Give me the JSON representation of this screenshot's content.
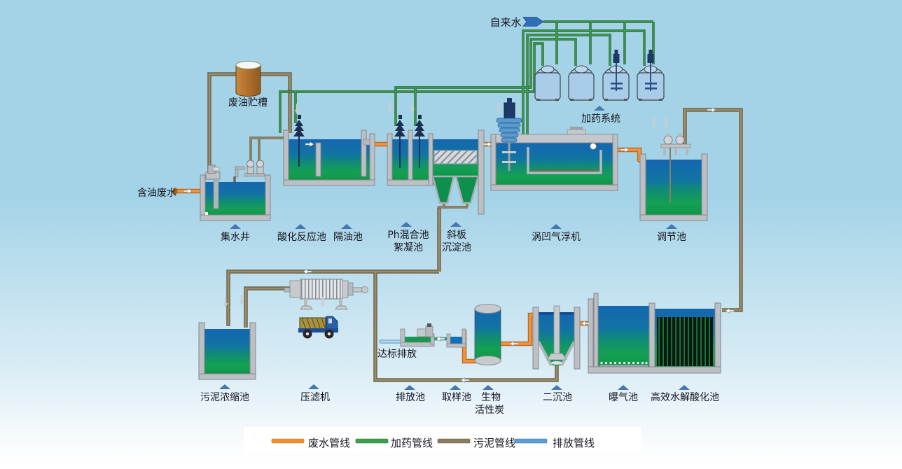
{
  "labels": {
    "tap_water": "自来水",
    "waste_oil_tank": "废油贮槽",
    "oily_wastewater": "含油废水",
    "collection_well": "集水井",
    "acidification_tank": "酸化反应池",
    "oil_separation_tank": "隔油池",
    "ph_mixing_tank_line1": "Ph混合池",
    "ph_mixing_tank_line2": "絮凝池",
    "inclined_plate_line1": "斜板",
    "inclined_plate_line2": "沉淀池",
    "air_flotation_machine": "涡凹气浮机",
    "dosing_system": "加药系统",
    "regulation_tank": "调节池",
    "sludge_thickening_tank": "污泥浓缩池",
    "filter_press": "压滤机",
    "standard_discharge": "达标排放",
    "discharge_tank": "排放池",
    "sampling_tank": "取样池",
    "bio_activated_carbon_line1": "生物",
    "bio_activated_carbon_line2": "活性炭",
    "secondary_sedimentation_tank": "二沉池",
    "aeration_tank": "曝气池",
    "hydrolysis_acidification_tank": "高效水解酸化池"
  },
  "legend": {
    "items": [
      {
        "label": "废水管线",
        "color": "#ef8f35"
      },
      {
        "label": "加药管线",
        "color": "#3f9e4c"
      },
      {
        "label": "污泥管线",
        "color": "#8b7d60"
      },
      {
        "label": "排放管线",
        "color": "#5b9fd4"
      }
    ]
  },
  "colors": {
    "background_top": "#a4d3e7",
    "water_top": "#1464ad",
    "water_bottom": "#16a14c",
    "pipe_wastewater": "#ef8f35",
    "pipe_dosing": "#3f9e4c",
    "pipe_sludge": "#8b7d60",
    "pipe_discharge": "#9fd0e8",
    "label_marker": "#4478b0"
  }
}
